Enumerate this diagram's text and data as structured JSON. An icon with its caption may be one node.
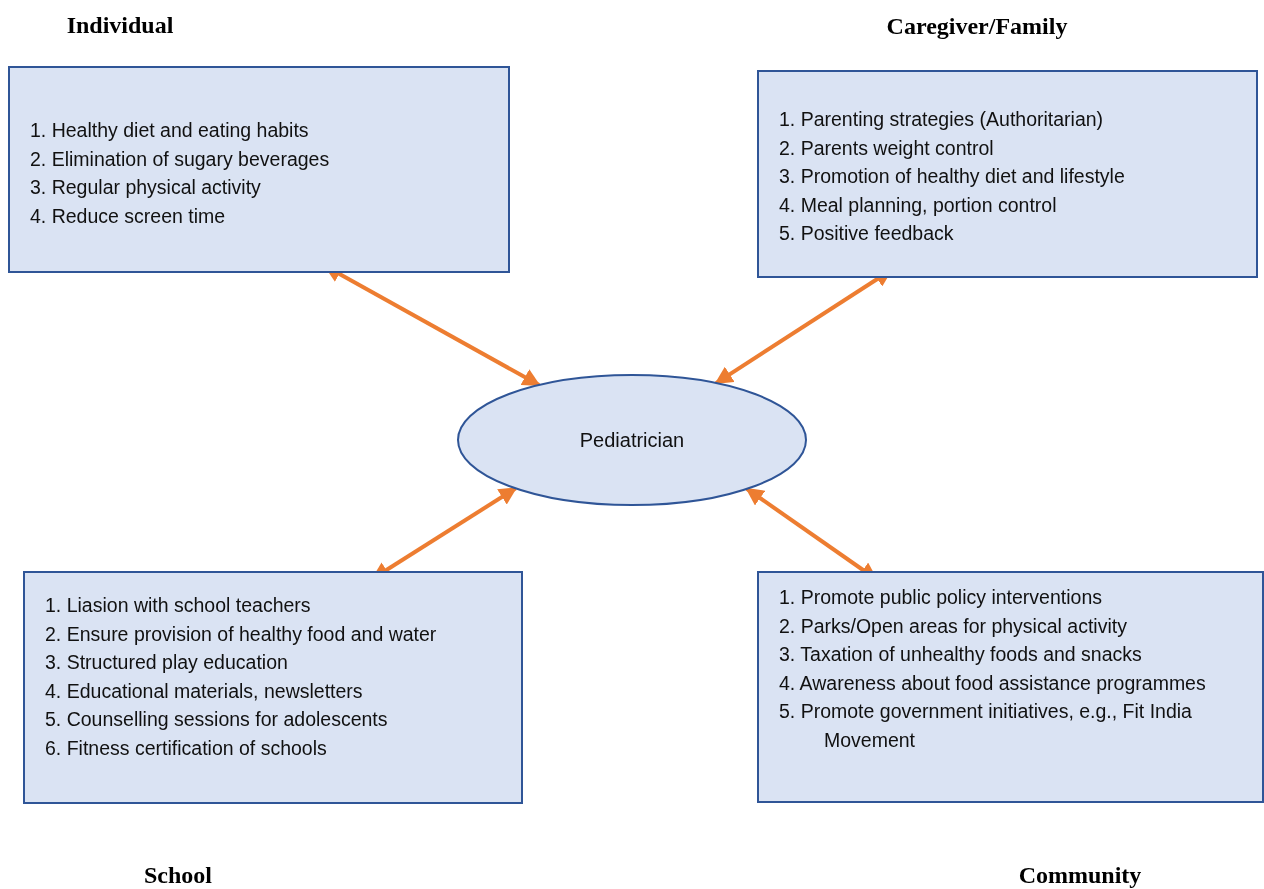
{
  "diagram": {
    "nodes": [
      {
        "text": [
          "Pediatrician"
        ]
      },
      {
        "text": [
          "Individual",
          "1. Healthy diet and eating habits",
          "2. Elimination of sugary beverages",
          "3. Regular physical activity",
          "4. Reduce screen time"
        ]
      },
      {
        "text": [
          "Caregiver/Family",
          "1. Parenting strategies (Authoritarian)",
          "2. Parents weight control",
          "3. Promotion of healthy diet and lifestyle",
          "4. Meal planning, portion control",
          "5. Positive feedback"
        ]
      },
      {
        "text": [
          "1. Liasion with school teachers",
          "2. Ensure provision of healthy food and water",
          "3. Structured play education",
          "4. Educational materials, newsletters",
          "5. Counselling sessions for adolescents",
          "6. Fitness certification of schools",
          "School"
        ]
      },
      {
        "text": [
          "1. Promote public policy interventions",
          "2. Parks/Open areas for physical activity",
          "3. Taxation of unhealthy foods and snacks",
          "4. Awareness about food assistance programmes",
          "5. Promote government initiatives, e.g., Fit India Movement",
          "Community"
        ]
      }
    ],
    "edges": [
      {
        "from": 1,
        "to": 0,
        "arrow": "both"
      },
      {
        "from": 2,
        "to": 0,
        "arrow": "both"
      },
      {
        "from": 3,
        "to": 0,
        "arrow": "both"
      },
      {
        "from": 4,
        "to": 0,
        "arrow": "both"
      }
    ]
  }
}
